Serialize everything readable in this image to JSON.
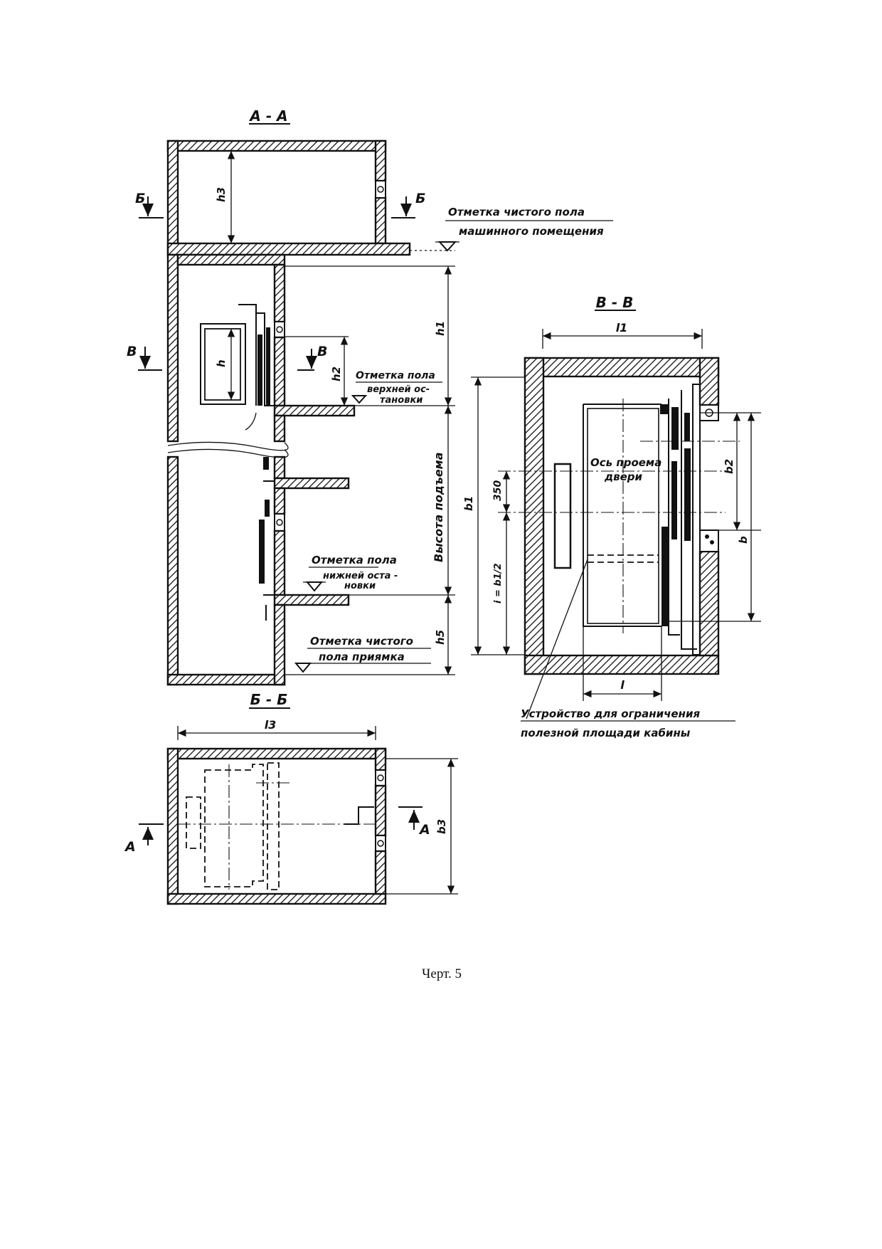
{
  "sections": {
    "aa": "А - А",
    "bb": "Б - Б",
    "vv": "В - В"
  },
  "cut_marks": {
    "b_left": "Б",
    "b_right": "Б",
    "v_left": "В",
    "v_inner": "В",
    "a_left": "А",
    "a_right": "А"
  },
  "dimensions": {
    "h3": "h3",
    "h1": "h1",
    "h": "h",
    "h2": "h2",
    "h5": "h5",
    "l1": "l1",
    "b1": "b1",
    "b2": "b2",
    "b": "b",
    "l": "l",
    "d350": "350",
    "i_formula": "i = b1/2",
    "l3": "l3",
    "b3": "b3"
  },
  "annotations": {
    "machine_floor_1": "Отметка чистого пола",
    "machine_floor_2": "машинного помещения",
    "upper_stop_1": "Отметка пола",
    "upper_stop_2": "верхней ос-",
    "upper_stop_3": "тановки",
    "lift_height": "Высота подъема",
    "lower_stop_1": "Отметка пола",
    "lower_stop_2": "нижней оста -",
    "lower_stop_3": "новки",
    "pit_floor_1": "Отметка чистого",
    "pit_floor_2": "пола приямка",
    "door_axis_1": "Ось проема",
    "door_axis_2": "двери",
    "limiter_1": "Устройство для ограничения",
    "limiter_2": "полезной площади кабины"
  },
  "caption": "Черт. 5"
}
